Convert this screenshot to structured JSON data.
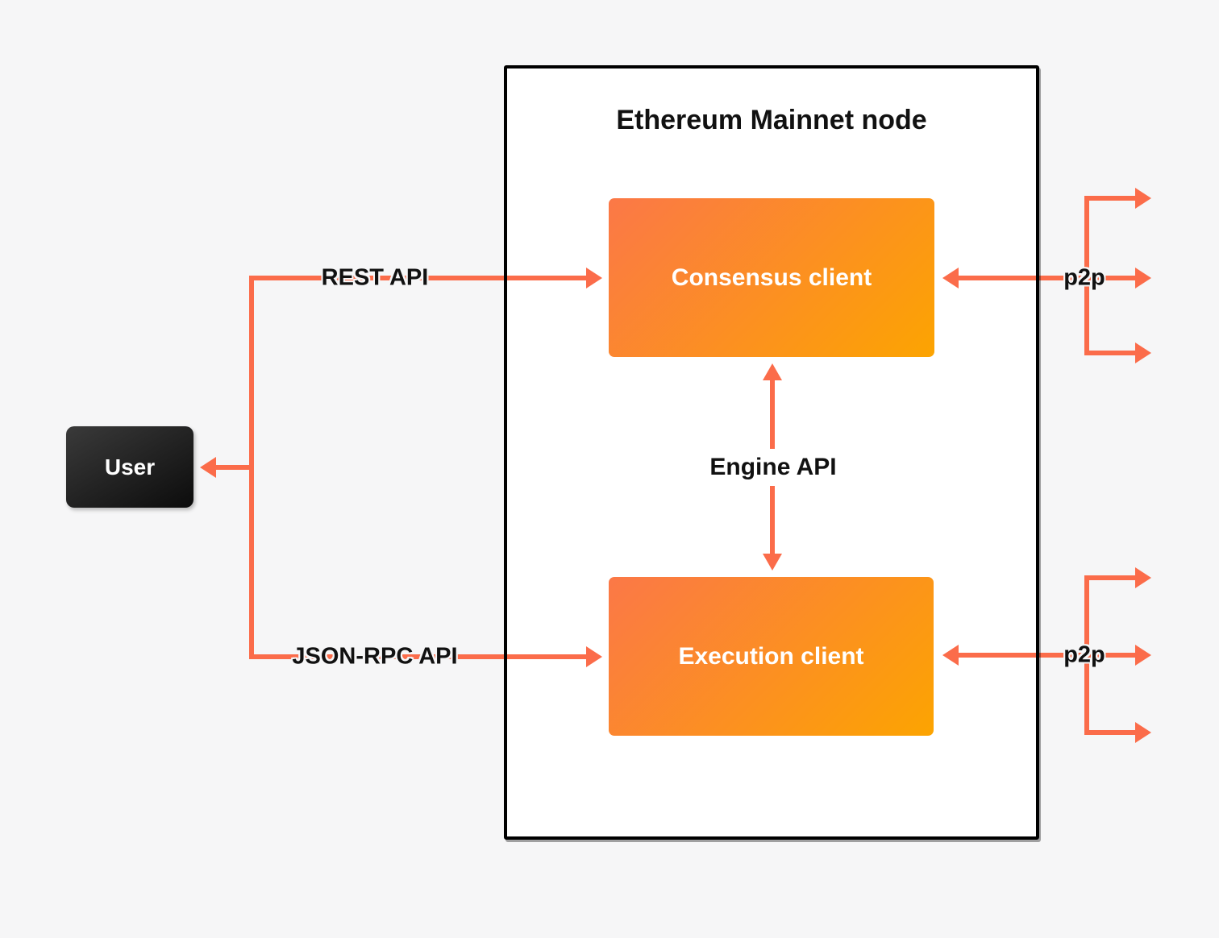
{
  "colors": {
    "background": "#F6F6F7",
    "edge_accent": "#FB6C4A",
    "client_gradient": [
      "#FB7847",
      "#FCA401"
    ],
    "user_gradient": [
      "#3A3A3A",
      "#0C0C0C"
    ],
    "node_border": "#000000",
    "node_fill": "#FFFFFF",
    "text": "#111111"
  },
  "node": {
    "title": "Ethereum Mainnet node"
  },
  "user": {
    "label": "User"
  },
  "clients": {
    "consensus": {
      "label": "Consensus client"
    },
    "execution": {
      "label": "Execution client"
    }
  },
  "edges": {
    "rest": {
      "label": "REST API"
    },
    "jsonrpc": {
      "label": "JSON-RPC API"
    },
    "engine": {
      "label": "Engine API"
    },
    "p2p_top": {
      "label": "p2p"
    },
    "p2p_bottom": {
      "label": "p2p"
    }
  }
}
